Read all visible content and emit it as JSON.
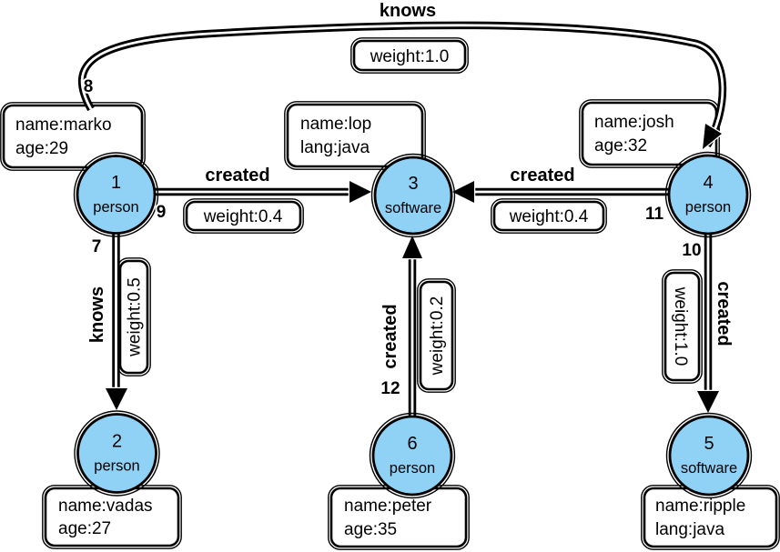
{
  "colors": {
    "node_fill": "#8FD2F6",
    "node_stroke": "#000000",
    "box_fill": "#ffffff",
    "line": "#000000",
    "label_halo": "#ffffff"
  },
  "nodes": [
    {
      "id": "1",
      "type": "person"
    },
    {
      "id": "2",
      "type": "person"
    },
    {
      "id": "3",
      "type": "software"
    },
    {
      "id": "4",
      "type": "person"
    },
    {
      "id": "5",
      "type": "software"
    },
    {
      "id": "6",
      "type": "person"
    }
  ],
  "properties": {
    "marko": {
      "line1": "name:marko",
      "line2": "age:29"
    },
    "lop": {
      "line1": "name:lop",
      "line2": "lang:java"
    },
    "josh": {
      "line1": "name:josh",
      "line2": "age:32"
    },
    "vadas": {
      "line1": "name:vadas",
      "line2": "age:27"
    },
    "peter": {
      "line1": "name:peter",
      "line2": "age:35"
    },
    "ripple": {
      "line1": "name:ripple",
      "line2": "lang:java"
    }
  },
  "edges": {
    "knows_1_4": {
      "id": "8",
      "label": "knows",
      "weight": "weight:1.0"
    },
    "created_1_3": {
      "id": "9",
      "label": "created",
      "weight": "weight:0.4"
    },
    "created_4_3": {
      "id": "11",
      "label": "created",
      "weight": "weight:0.4"
    },
    "knows_1_2": {
      "id": "7",
      "label": "knows",
      "weight": "weight:0.5"
    },
    "created_6_3": {
      "id": "12",
      "label": "created",
      "weight": "weight:0.2"
    },
    "created_4_5": {
      "id": "10",
      "label": "created",
      "weight": "weight:1.0"
    }
  }
}
